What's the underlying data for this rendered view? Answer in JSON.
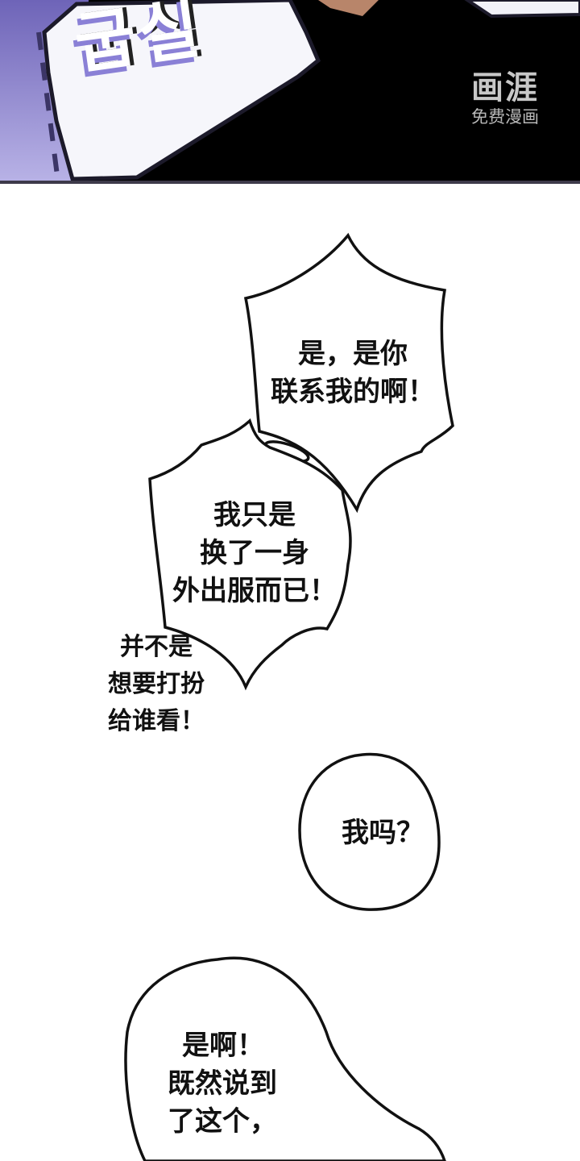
{
  "top_panel": {
    "sfx_text": "굽실",
    "watermark": {
      "logo": "画涯",
      "subtitle": "免费漫画"
    }
  },
  "bubbles": [
    {
      "id": "bubble-1",
      "lines": [
        "是，是你",
        "联系我的啊！"
      ]
    },
    {
      "id": "bubble-2",
      "lines": [
        "我只是",
        "换了一身",
        "外出服而已！"
      ]
    },
    {
      "id": "bubble-3",
      "lines": [
        "并不是",
        "想要打扮",
        "给谁看！"
      ]
    },
    {
      "id": "bubble-4",
      "lines": [
        "我吗？"
      ]
    },
    {
      "id": "bubble-5",
      "lines": [
        "是啊！",
        "既然说到",
        "了这个，"
      ]
    }
  ],
  "colors": {
    "sfx_shadow": "#8a80d6",
    "panel_bg": "#000000",
    "page_bg": "#ffffff",
    "ink": "#111111"
  }
}
